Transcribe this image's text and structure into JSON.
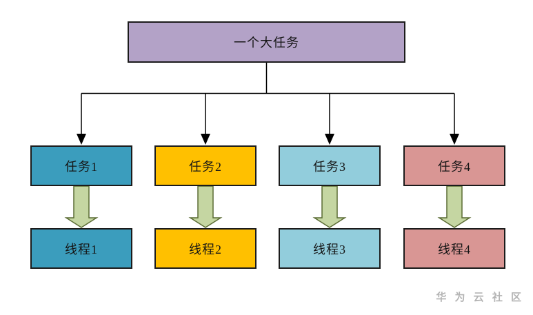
{
  "diagram": {
    "root": {
      "label": "一个大任务",
      "fill": "#B3A2C7"
    },
    "tasks": [
      {
        "label": "任务1",
        "fill": "#3B9DBD"
      },
      {
        "label": "任务2",
        "fill": "#FFC000"
      },
      {
        "label": "任务3",
        "fill": "#92CDDC"
      },
      {
        "label": "任务4",
        "fill": "#D99694"
      }
    ],
    "threads": [
      {
        "label": "线程1",
        "fill": "#3B9DBD"
      },
      {
        "label": "线程2",
        "fill": "#FFC000"
      },
      {
        "label": "线程3",
        "fill": "#92CDDC"
      },
      {
        "label": "线程4",
        "fill": "#D99694"
      }
    ],
    "block_arrow": {
      "fill": "#C5D6A2",
      "stroke": "#5A6B33"
    },
    "connector_color": "#000000",
    "watermark": "华 为 云 社 区"
  }
}
